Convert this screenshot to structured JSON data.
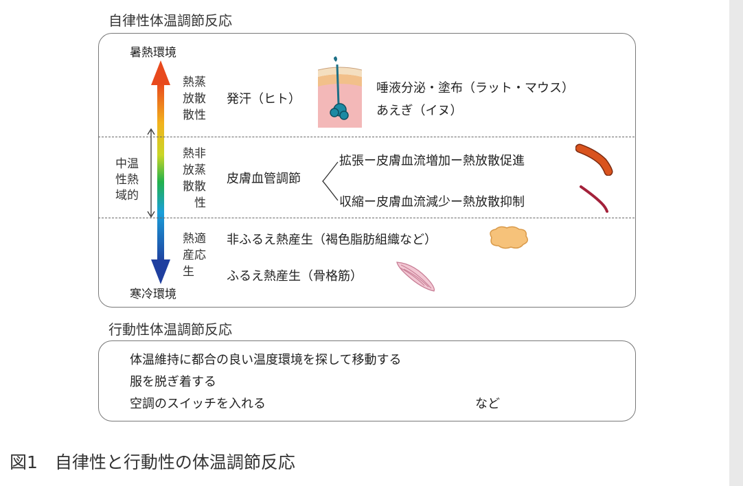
{
  "autonomic": {
    "title": "自律性体温調節反応",
    "top_env": "暑熱環境",
    "bottom_env": "寒冷環境",
    "thermoneutral_chars": [
      "中",
      "温",
      "性",
      "熱",
      "域",
      "的"
    ],
    "evaporative": {
      "label_chars": [
        "熱",
        "蒸",
        "放",
        "散",
        "散",
        "性"
      ],
      "sweating": "発汗（ヒト）",
      "line1": "唾液分泌・塗布（ラット・マウス）",
      "line2": "あえぎ（イヌ）"
    },
    "nonevaporative": {
      "label_chars": [
        "熱",
        "非",
        "放",
        "蒸",
        "散",
        "散",
        "性"
      ],
      "vessel": "皮膚血管調節",
      "dilation": "拡張ー皮膚血流増加ー熱放散促進",
      "constriction": "収縮ー皮膚血流減少ー熱放散抑制"
    },
    "heat_production": {
      "label_chars": [
        "熱",
        "適",
        "産",
        "応",
        "生"
      ],
      "nonshiver": "非ふるえ熱産生（褐色脂肪組織など）",
      "shiver": "ふるえ熱産生（骨格筋）"
    }
  },
  "behavioral": {
    "title": "行動性体温調節反応",
    "items": [
      "体温維持に都合の良い温度環境を探して移動する",
      "服を脱ぎ着する",
      "空調のスイッチを入れる"
    ],
    "etc": "など"
  },
  "caption": "図1　自律性と行動性の体温調節反応",
  "colors": {
    "arrow_top": "#e8491d",
    "arrow_mid": "#22b14c",
    "arrow_bottom": "#1f3f9f",
    "dilated_vessel": "#d9531e",
    "constricted_vessel": "#a3213a",
    "fat": "#f6c27a",
    "muscle": "#f2c7d3"
  }
}
